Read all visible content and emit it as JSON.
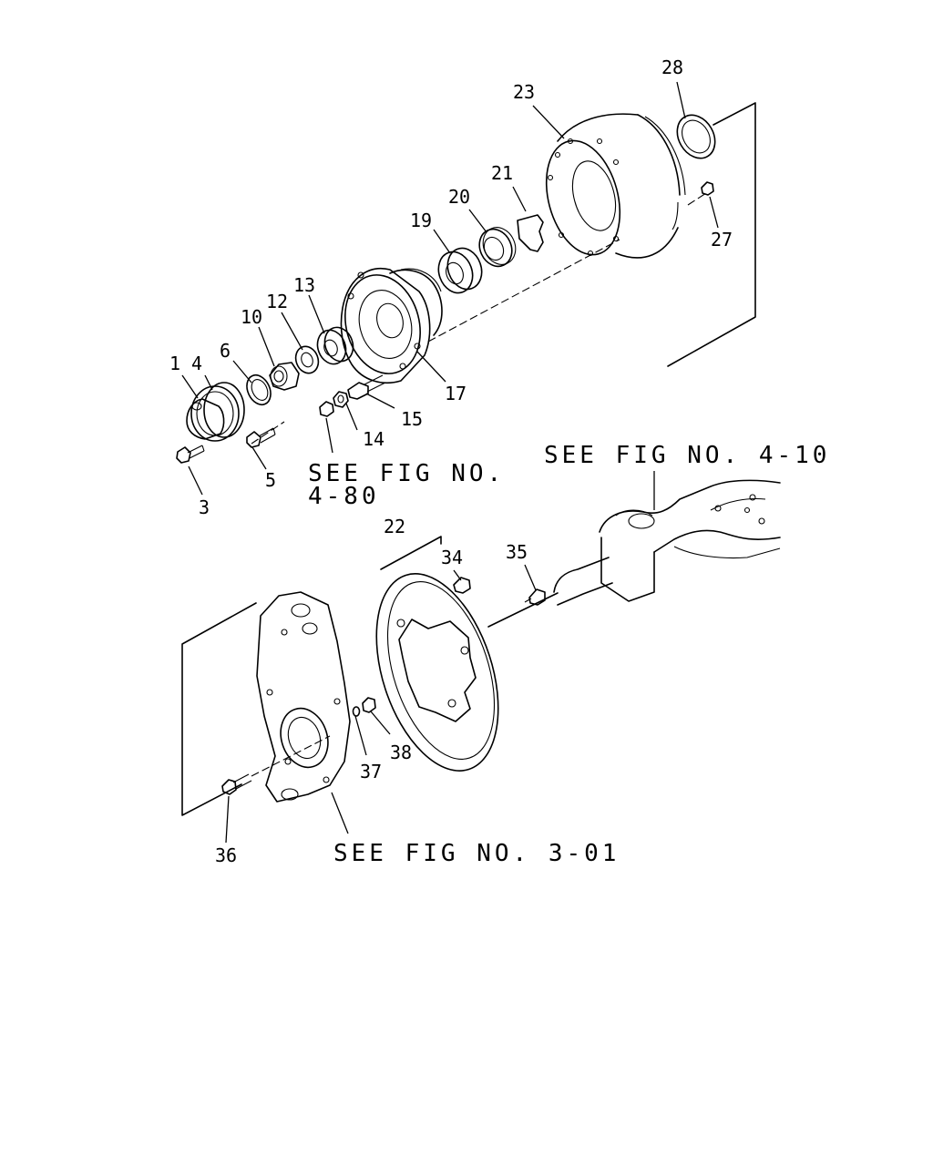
{
  "callouts": {
    "c1": "1",
    "c3": "3",
    "c4": "4",
    "c5": "5",
    "c6": "6",
    "c10": "10",
    "c12": "12",
    "c13": "13",
    "c14": "14",
    "c15": "15",
    "c17": "17",
    "c19": "19",
    "c20": "20",
    "c21": "21",
    "c22": "22",
    "c23": "23",
    "c27": "27",
    "c28": "28",
    "c34": "34",
    "c35": "35",
    "c36": "36",
    "c37": "37",
    "c38": "38"
  },
  "references": {
    "fig_4_80_line1": "SEE FIG NO.",
    "fig_4_80_line2": "4-80",
    "fig_4_10": "SEE FIG NO. 4-10",
    "fig_3_01": "SEE FIG NO. 3-01"
  }
}
